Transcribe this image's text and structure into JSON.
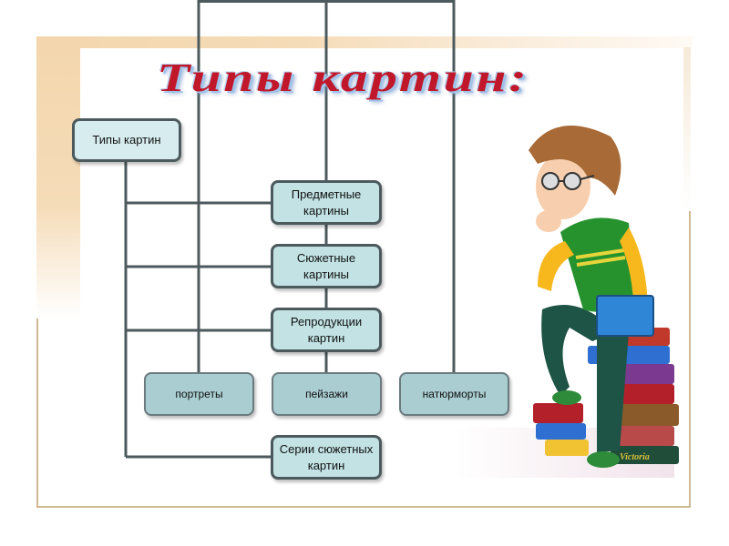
{
  "slide": {
    "title": "Типы картин:"
  },
  "diagram": {
    "root": {
      "label": "Типы картин"
    },
    "middle": [
      {
        "label": "Предметные картины"
      },
      {
        "label": "Сюжетные картины"
      },
      {
        "label": "Репродукции картин"
      },
      {
        "label": "Серии сюжетных картин"
      }
    ],
    "leaves": [
      {
        "label": "портреты"
      },
      {
        "label": "пейзажи"
      },
      {
        "label": "натюрморты"
      }
    ]
  },
  "illustration": {
    "description": "cartoon student sitting on a stack of books",
    "book_spine_text": "Victoria"
  },
  "colors": {
    "frame_tan": "#f3d6ad",
    "frame_border": "#cfb995",
    "node_fill": "#d7ecef",
    "leaf_fill": "#a9cdd0",
    "node_border": "#4c5a5e",
    "title_red": "#c0182a",
    "title_shadow": "#9fc3ea"
  }
}
